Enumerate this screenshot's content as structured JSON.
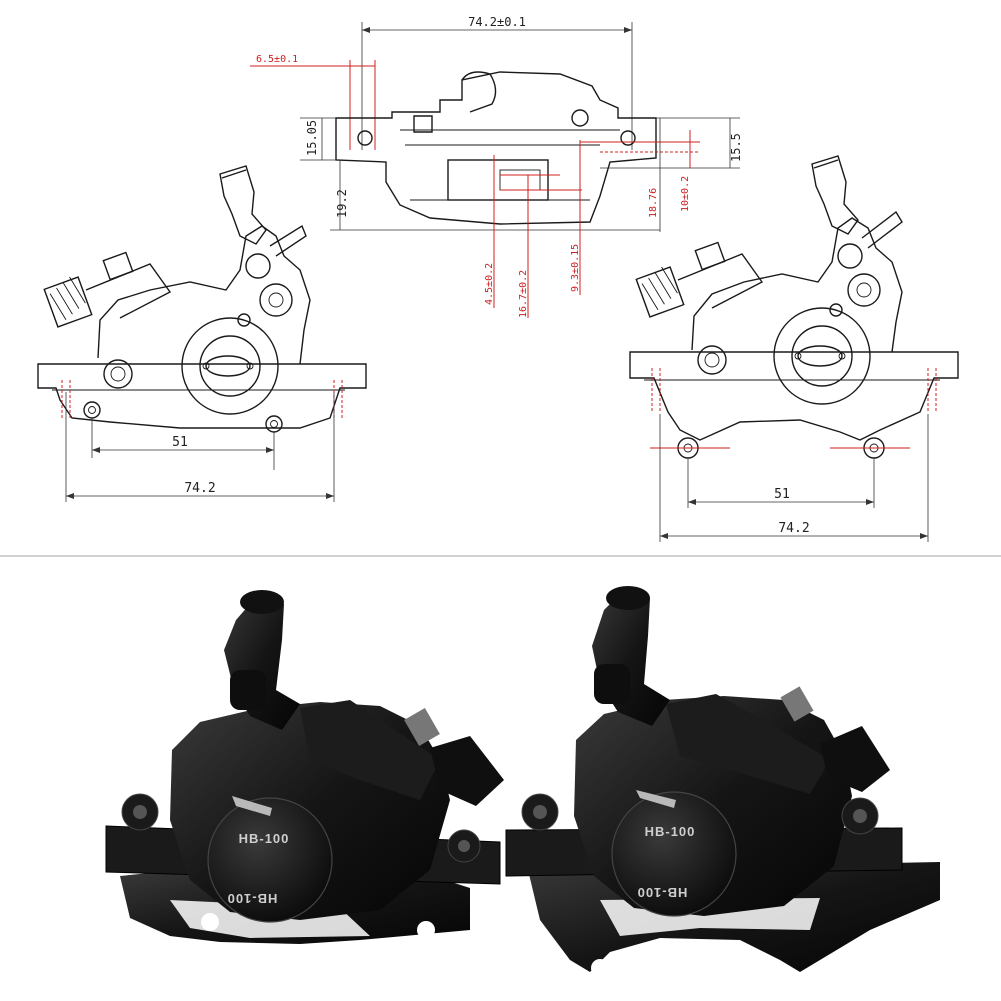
{
  "top_drawing": {
    "overall_width": "74.2±0.1",
    "slot_width": "6.5±0.1",
    "left_height_a": "15.05",
    "left_height_b": "19.2",
    "right_height_a": "15.5",
    "right_height_b": "10±0.2",
    "right_height_c": "18.76",
    "bottom_dim_a": "4.5±0.2",
    "bottom_dim_b": "16.7±0.2",
    "bottom_dim_c": "9.3±0.15"
  },
  "left_drawing": {
    "hole_spacing": "51",
    "overall_width": "74.2"
  },
  "right_drawing": {
    "hole_spacing": "51",
    "overall_width": "74.2"
  },
  "photo_left": {
    "label_top": "HB-100",
    "label_bottom": "HB-100"
  },
  "photo_right": {
    "label_top": "HB-100",
    "label_bottom": "HB-100"
  },
  "colors": {
    "dimension_red": "#d02020",
    "body_black": "#111111",
    "line_gray": "#999999"
  }
}
